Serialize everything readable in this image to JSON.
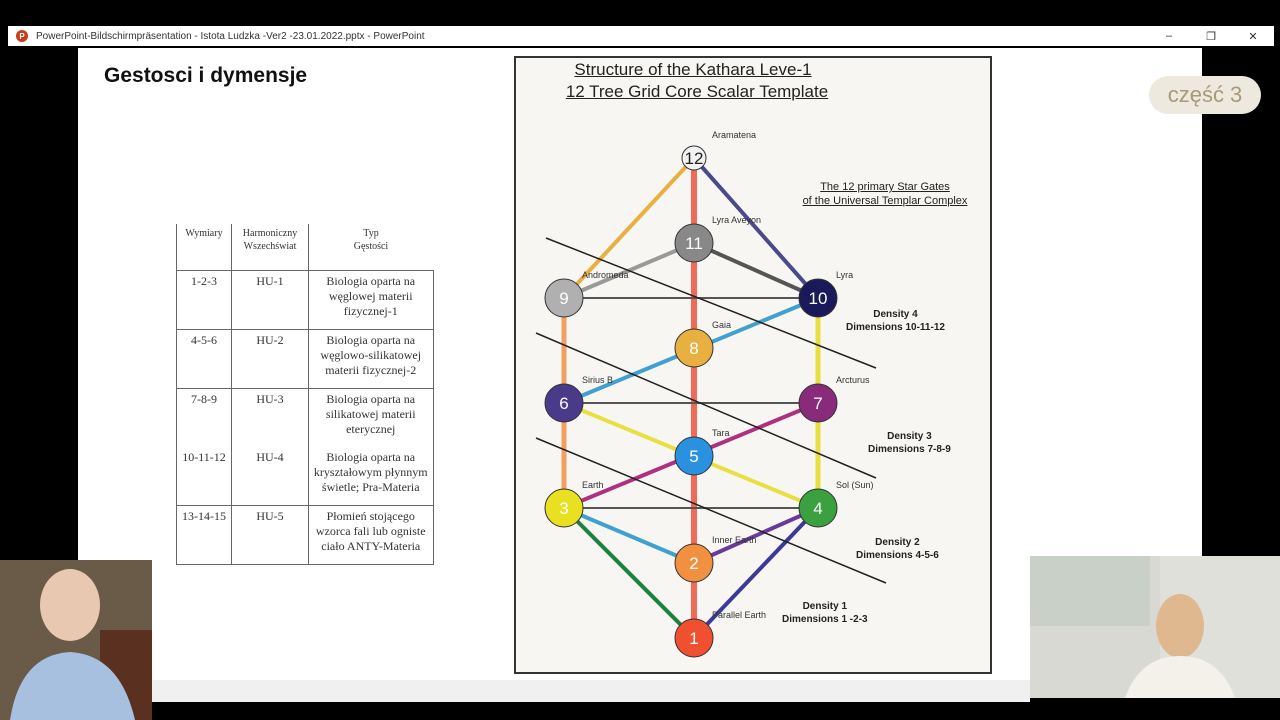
{
  "window": {
    "title": "PowerPoint-Bildschirmpräsentation  -  Istota Ludzka -Ver2 -23.01.2022.pptx  -  PowerPoint",
    "minimize": "–",
    "restore": "❐",
    "close": "✕"
  },
  "slide": {
    "title": "Gestosci i dymensje",
    "badge": "część 3",
    "table": {
      "headers": [
        "Wymiary",
        "Harmoniczny\nWszechświat",
        "Typ\nGęstości"
      ],
      "rows": [
        [
          "1-2-3",
          "HU-1",
          "Biologia oparta na węglowej materii fizycznej-1"
        ],
        [
          "4-5-6",
          "HU-2",
          "Biologia oparta na węglowo-silikatowej materii fizycznej-2"
        ],
        [
          "7-8-9",
          "HU-3",
          "Biologia oparta na silikatowej materii eterycznej"
        ],
        [
          "10-11-12",
          "HU-4",
          "Biologia oparta na kryształowym płynnym świetle; Pra-Materia"
        ],
        [
          "13-14-15",
          "HU-5",
          "Płomień stojącego wzorca fali lub ogniste ciało ANTY-Materia"
        ]
      ]
    },
    "diagram": {
      "title_line1": "Structure of the Kathara Leve-1",
      "title_line2": "12 Tree Grid Core Scalar Template",
      "gates_line1": "The 12 primary Star Gates",
      "gates_line2": "of the Universal Templar Complex",
      "densities": [
        {
          "line1": "Density 4",
          "line2": "Dimensions 10-11-12"
        },
        {
          "line1": "Density 3",
          "line2": "Dimensions 7-8-9"
        },
        {
          "line1": "Density 2",
          "line2": "Dimensions 4-5-6"
        },
        {
          "line1": "Density 1",
          "line2": "Dimensions 1 -2-3"
        }
      ],
      "nodes": [
        {
          "num": "12",
          "label": "Aramatena",
          "color": "#f2f2f2"
        },
        {
          "num": "11",
          "label": "Lyra Aveyon",
          "color": "#888888"
        },
        {
          "num": "10",
          "label": "Lyra",
          "color": "#1a1a5a"
        },
        {
          "num": "9",
          "label": "Andromeda",
          "color": "#b0b0b0"
        },
        {
          "num": "8",
          "label": "Gaia",
          "color": "#e8b040"
        },
        {
          "num": "7",
          "label": "Arcturus",
          "color": "#8a2a7a"
        },
        {
          "num": "6",
          "label": "Sirius B",
          "color": "#4a3a8a"
        },
        {
          "num": "5",
          "label": "Tara",
          "color": "#2a90e0"
        },
        {
          "num": "4",
          "label": "Sol (Sun)",
          "color": "#3aa040"
        },
        {
          "num": "3",
          "label": "Earth",
          "color": "#e8e020"
        },
        {
          "num": "2",
          "label": "Inner Earth",
          "color": "#f09040"
        },
        {
          "num": "1",
          "label": "Parallel Earth",
          "color": "#f05030"
        }
      ]
    }
  }
}
